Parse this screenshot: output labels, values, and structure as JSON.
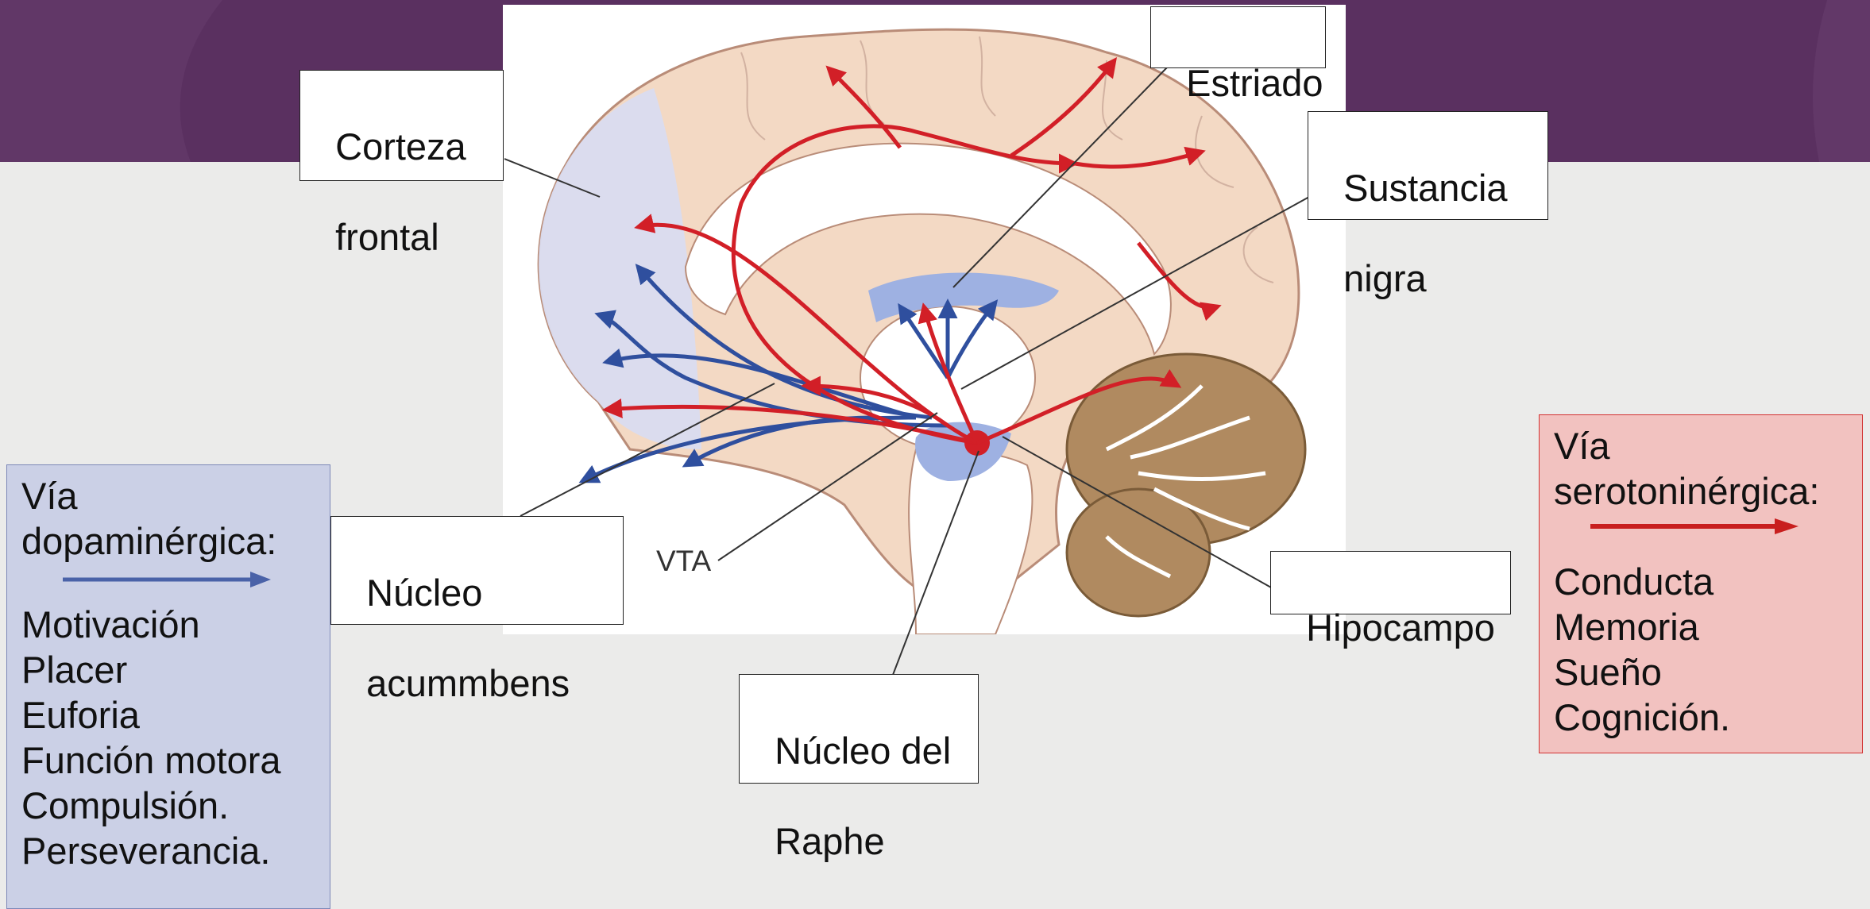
{
  "labels": {
    "estriado": "Estriado",
    "corteza": [
      "Corteza",
      "frontal"
    ],
    "sustancia": [
      "Sustancia",
      "nigra"
    ],
    "nucleo_acc": [
      "Núcleo",
      "acummbens"
    ],
    "vta": "VTA",
    "hipocampo": "Hipocampo",
    "raphe": [
      "Núcleo del",
      "Raphe"
    ]
  },
  "dopamine_panel": {
    "title": [
      "Vía",
      "dopaminérgica:"
    ],
    "items": [
      "Motivación",
      "Placer",
      "Euforia",
      "Función motora",
      "Compulsión.",
      "Perseverancia."
    ],
    "arrow_color": "#4a62a8",
    "background": "#cbd0e6"
  },
  "serotonin_panel": {
    "title": [
      "Vía",
      "serotoninérgica:"
    ],
    "items": [
      "Conducta",
      "Memoria",
      "Sueño",
      "Cognición."
    ],
    "arrow_color": "#c81e1e",
    "background": "#f2c2c0"
  },
  "colors": {
    "banner": "#5a3060",
    "background": "#ebebea",
    "brain_tissue": "#f3d9c4",
    "frontal_region": "#d9dcf0",
    "dopamine_path": "#2f4f9e",
    "serotonin_path": "#d21f27",
    "cerebellum": "#b08a60"
  }
}
